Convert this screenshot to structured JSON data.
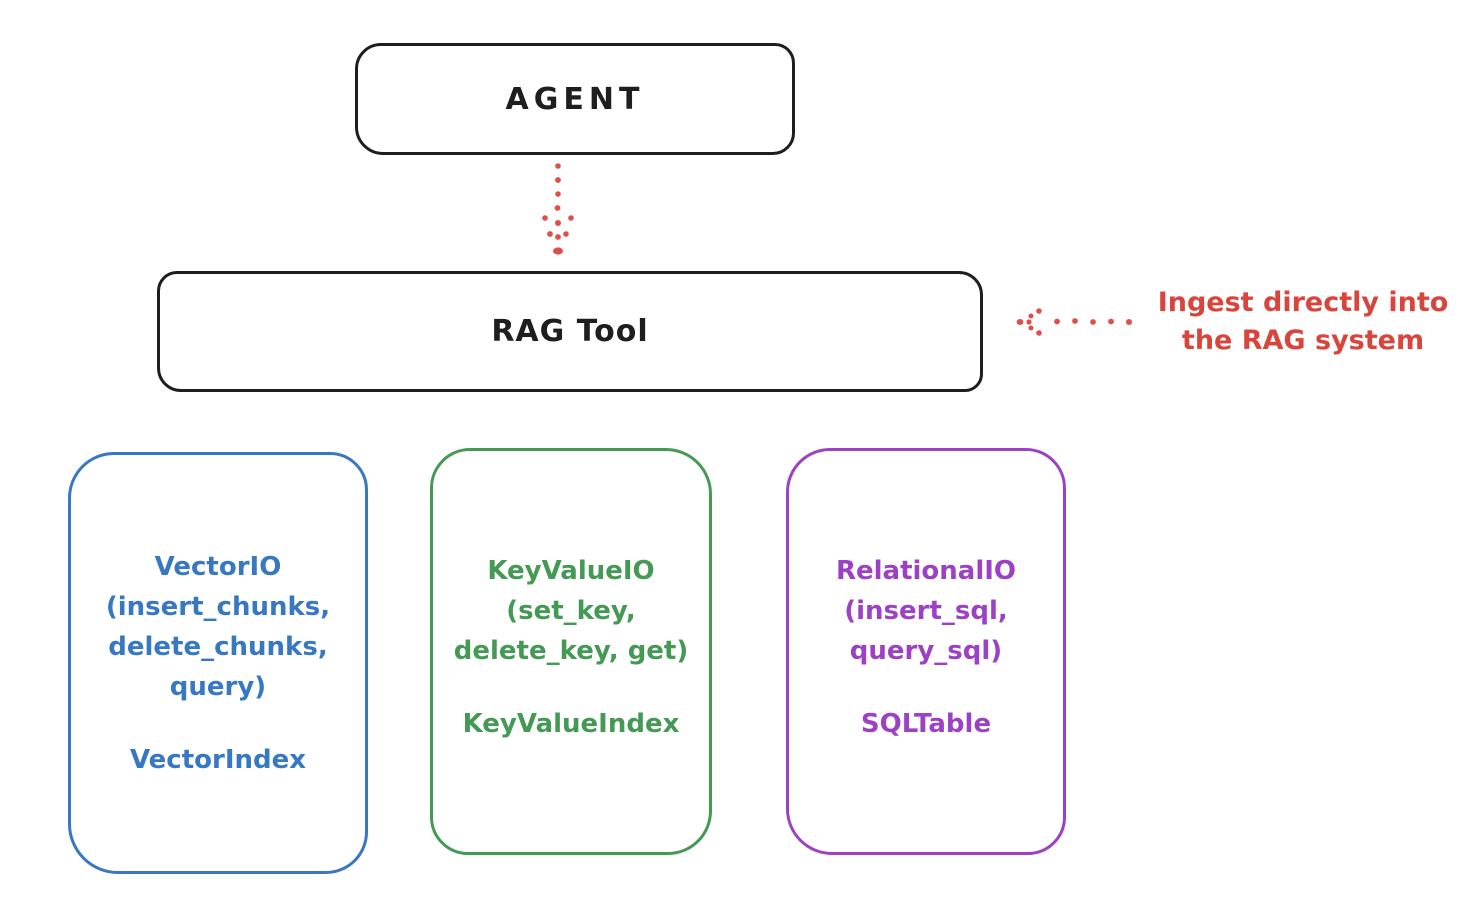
{
  "agent_box": {
    "label": "AGENT"
  },
  "rag_tool_box": {
    "label": "RAG Tool"
  },
  "annotation": {
    "line1": "Ingest directly into",
    "line2": "the RAG system"
  },
  "storage_boxes": [
    {
      "id": "vector-io",
      "lines": [
        "VectorIO",
        "(insert_chunks,",
        "delete_chunks,",
        "query)"
      ],
      "index_label": "VectorIndex",
      "color": "#3878c2"
    },
    {
      "id": "keyvalue-io",
      "lines": [
        "KeyValueIO",
        "(set_key,",
        "delete_key, get)"
      ],
      "index_label": "KeyValueIndex",
      "color": "#449a55"
    },
    {
      "id": "relational-io",
      "lines": [
        "RelationalIO",
        "(insert_sql,",
        "query_sql)"
      ],
      "index_label": "SQLTable",
      "color": "#9d41c4"
    }
  ],
  "colors": {
    "stroke": "#1e1e1e",
    "red": "#d9453c",
    "blue": "#3878c2",
    "green": "#449a55",
    "purple": "#9d41c4",
    "background": "#ffffff"
  }
}
